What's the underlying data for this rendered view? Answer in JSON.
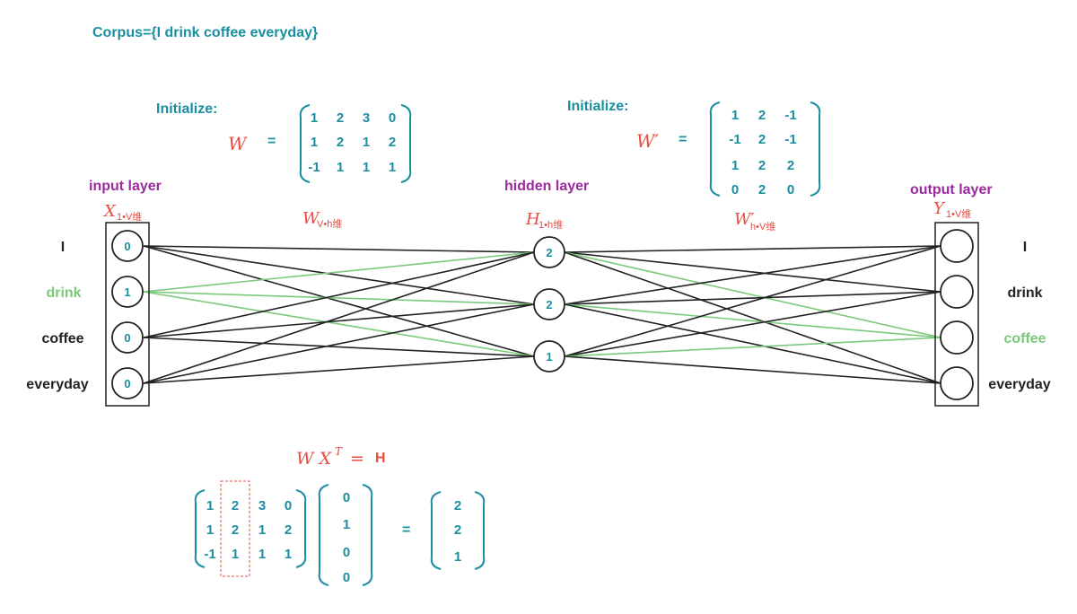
{
  "corpus": "Corpus={I  drink  coffee  everyday}",
  "init_w": {
    "label": "Initialize:",
    "symbol": "W",
    "equals": "=",
    "rows": [
      [
        "1",
        "2",
        "3",
        "0"
      ],
      [
        "1",
        "2",
        "1",
        "2"
      ],
      [
        "-1",
        "1",
        "1",
        "1"
      ]
    ]
  },
  "init_wp": {
    "label": "Initialize:",
    "symbol": "W′",
    "equals": "=",
    "rows": [
      [
        "1",
        "2",
        "-1"
      ],
      [
        "-1",
        "2",
        "-1"
      ],
      [
        "1",
        "2",
        "2"
      ],
      [
        "0",
        "2",
        "0"
      ]
    ]
  },
  "layers": {
    "input": {
      "title": "input layer",
      "var": "X",
      "sub": "1•V维"
    },
    "hidden": {
      "title": "hidden layer",
      "var": "H",
      "sub": "1•h维"
    },
    "output": {
      "title": "output layer",
      "var": "Y",
      "sub": "1•V维"
    }
  },
  "weights": {
    "w": {
      "var": "W",
      "sub": "V•h维"
    },
    "wp": {
      "var": "W′",
      "sub": "h•V维"
    }
  },
  "words_left": [
    "I",
    "drink",
    "coffee",
    "everyday"
  ],
  "words_right": [
    "I",
    "drink",
    "coffee",
    "everyday"
  ],
  "input_values": [
    "0",
    "1",
    "0",
    "0"
  ],
  "hidden_values": [
    "2",
    "2",
    "1"
  ],
  "colors": {
    "teal": "#1a8fa0",
    "purple": "#9b2a9e",
    "red": "#ea4c42",
    "green": "#7cc97c",
    "dark": "#222222"
  },
  "equation": {
    "lhs": "W X",
    "sup": "T",
    "eq": "=",
    "rhs": "H",
    "matrix": [
      [
        "1",
        "2",
        "3",
        "0"
      ],
      [
        "1",
        "2",
        "1",
        "2"
      ],
      [
        "-1",
        "1",
        "1",
        "1"
      ]
    ],
    "vector": [
      "0",
      "1",
      "0",
      "0"
    ],
    "equals": "=",
    "result": [
      "2",
      "2",
      "1"
    ]
  }
}
